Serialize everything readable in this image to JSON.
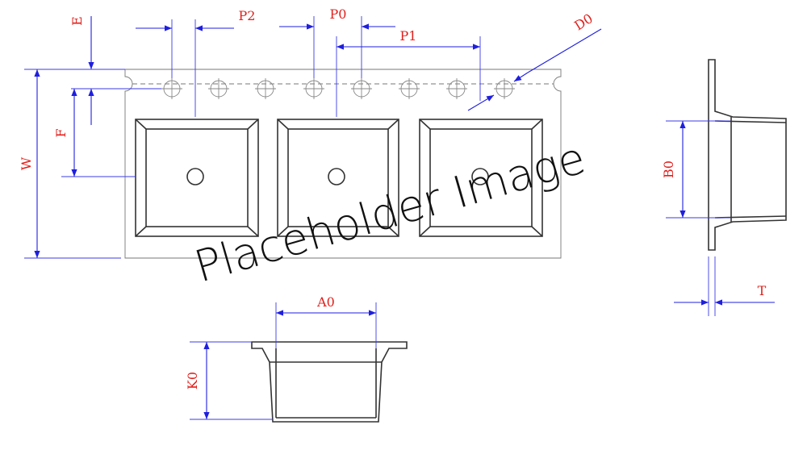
{
  "labels": {
    "e": "E",
    "p2": "P2",
    "p0": "P0",
    "p1": "P1",
    "d0": "D0",
    "w": "W",
    "f": "F",
    "b0": "B0",
    "t": "T",
    "a0": "A0",
    "k0": "K0"
  },
  "watermark": "Placeholder Image",
  "colors": {
    "dimension": "#1f1fe0",
    "label": "#e0201c",
    "outline": "#333333"
  }
}
